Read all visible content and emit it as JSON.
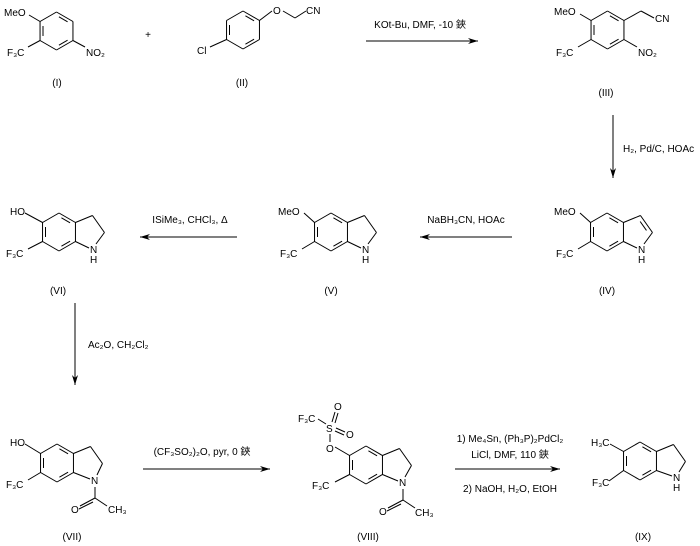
{
  "scheme": {
    "compounds": {
      "I": {
        "label": "(I)",
        "atoms": {
          "meo": "MeO",
          "cf3": "F₃C",
          "no2": "NO₂"
        }
      },
      "II": {
        "label": "(II)",
        "atoms": {
          "cl": "Cl",
          "o": "O",
          "cn": "CN"
        }
      },
      "III": {
        "label": "(III)",
        "atoms": {
          "meo": "MeO",
          "cf3": "F₃C",
          "no2": "NO₂",
          "cn": "CN"
        }
      },
      "IV": {
        "label": "(IV)",
        "atoms": {
          "meo": "MeO",
          "cf3": "F₃C",
          "n": "N",
          "h": "H"
        }
      },
      "V": {
        "label": "(V)",
        "atoms": {
          "meo": "MeO",
          "cf3": "F₃C",
          "n": "N",
          "h": "H"
        }
      },
      "VI": {
        "label": "(VI)",
        "atoms": {
          "ho": "HO",
          "cf3": "F₃C",
          "n": "N",
          "h": "H"
        }
      },
      "VII": {
        "label": "(VII)",
        "atoms": {
          "ho": "HO",
          "cf3": "F₃C",
          "n": "N",
          "o": "O",
          "ch3": "CH₃"
        }
      },
      "VIII": {
        "label": "(VIII)",
        "atoms": {
          "cf3_s": "F₃C",
          "s": "S",
          "o1": "O",
          "o2": "O",
          "o_ester": "O",
          "cf3": "F₃C",
          "n": "N",
          "o": "O",
          "ch3": "CH₃"
        }
      },
      "IX": {
        "label": "(IX)",
        "atoms": {
          "h3c": "H₃C",
          "cf3": "F₃C",
          "n": "N",
          "h": "H"
        }
      }
    },
    "plus": "+",
    "reagents": {
      "step1": "KOt-Bu, DMF, -10 鋏",
      "step2": "H₂, Pd/C, HOAc",
      "step3": "NaBH₃CN, HOAc",
      "step4": "ISiMe₃, CHCl₃, Δ",
      "step5": "Ac₂O, CH₂Cl₂",
      "step6": "(CF₃SO₂)₂O, pyr, 0 鋏",
      "step7_line1": "1) Me₄Sn, (Ph₃P)₂PdCl₂",
      "step7_line2": "LiCl, DMF, 110 鋏",
      "step7_line3": "2) NaOH, H₂O, EtOH"
    }
  }
}
